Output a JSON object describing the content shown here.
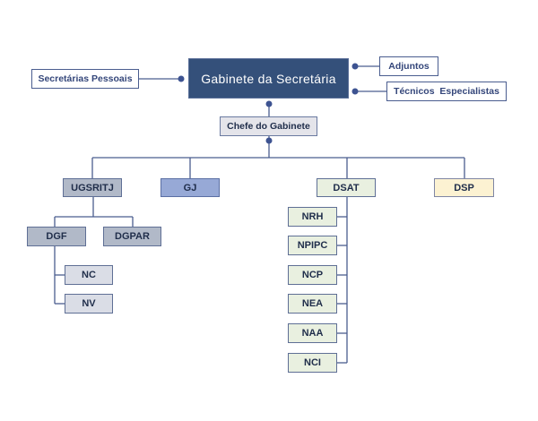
{
  "diagram": {
    "type": "org-chart",
    "colors": {
      "line": "#4a5d8f",
      "root_fill": "#34507a",
      "chefe_fill": "#e4e4ea",
      "ugsritj_fill": "#b1b9c8",
      "gj_fill": "#97a9d6",
      "sub_fill": "#dadde6",
      "dsat_fill": "#e9f0e0",
      "dsp_fill": "#fcf2d2"
    },
    "root": {
      "label": "Gabinete da Secretária"
    },
    "left_assistants": [
      {
        "label": "Secretárias Pessoais"
      }
    ],
    "right_assistants": [
      {
        "label": "Adjuntos"
      },
      {
        "label": "Técnicos  Especialistas"
      }
    ],
    "chief": {
      "label": "Chefe do Gabinete"
    },
    "departments": [
      {
        "label": "UGSRITJ",
        "children": [
          {
            "label": "DGF",
            "children": [
              {
                "label": "NC"
              },
              {
                "label": "NV"
              }
            ]
          },
          {
            "label": "DGPAR",
            "children": []
          }
        ]
      },
      {
        "label": "GJ",
        "children": []
      },
      {
        "label": "DSAT",
        "children": [
          {
            "label": "NRH"
          },
          {
            "label": "NPIPC"
          },
          {
            "label": "NCP"
          },
          {
            "label": "NEA"
          },
          {
            "label": "NAA"
          },
          {
            "label": "NCI"
          }
        ]
      },
      {
        "label": "DSP",
        "children": []
      }
    ]
  }
}
